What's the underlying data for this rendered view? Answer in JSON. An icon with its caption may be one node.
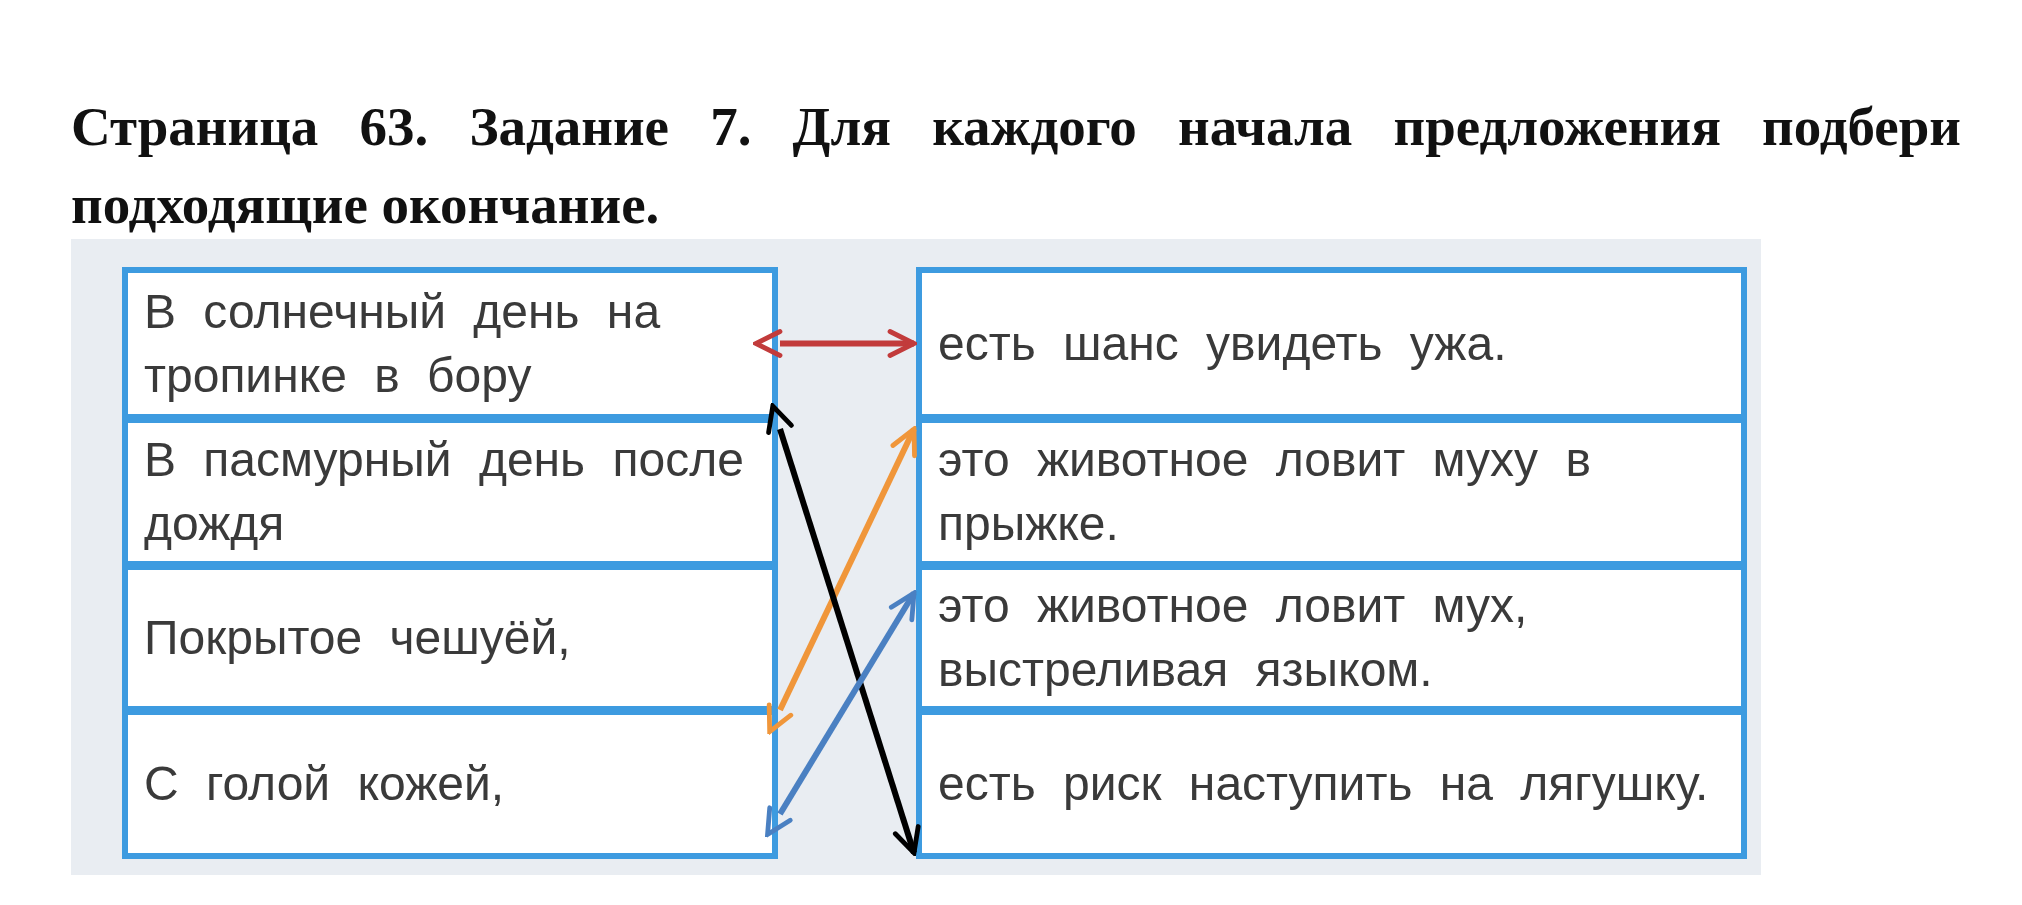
{
  "diagram": {
    "title": "Страница 63. Задание 7. Для каждого начала предложения подбери подходящие окончание.",
    "nodes": [
      {
        "text": [
          "В солнечный день на тропинке в бору"
        ]
      },
      {
        "text": [
          "В пасмурный день после дождя"
        ]
      },
      {
        "text": [
          "Покрытое чешуёй,"
        ]
      },
      {
        "text": [
          "С голой кожей,"
        ]
      },
      {
        "text": [
          "есть шанс увидеть ужа."
        ]
      },
      {
        "text": [
          "это животное ловит муху в прыжке."
        ]
      },
      {
        "text": [
          "это животное ловит мух, выстреливая языком."
        ]
      },
      {
        "text": [
          "есть риск наступить на лягушку."
        ]
      }
    ],
    "edges": [
      {
        "from": 0,
        "to": 4,
        "arrow": "both",
        "color": "#c23b3b"
      },
      {
        "from": 2,
        "to": 5,
        "arrow": "both",
        "color": "#f0963a"
      },
      {
        "from": 1,
        "to": 7,
        "arrow": "both",
        "color": "#000000"
      },
      {
        "from": 3,
        "to": 6,
        "arrow": "both",
        "color": "#4a80c2"
      }
    ]
  }
}
